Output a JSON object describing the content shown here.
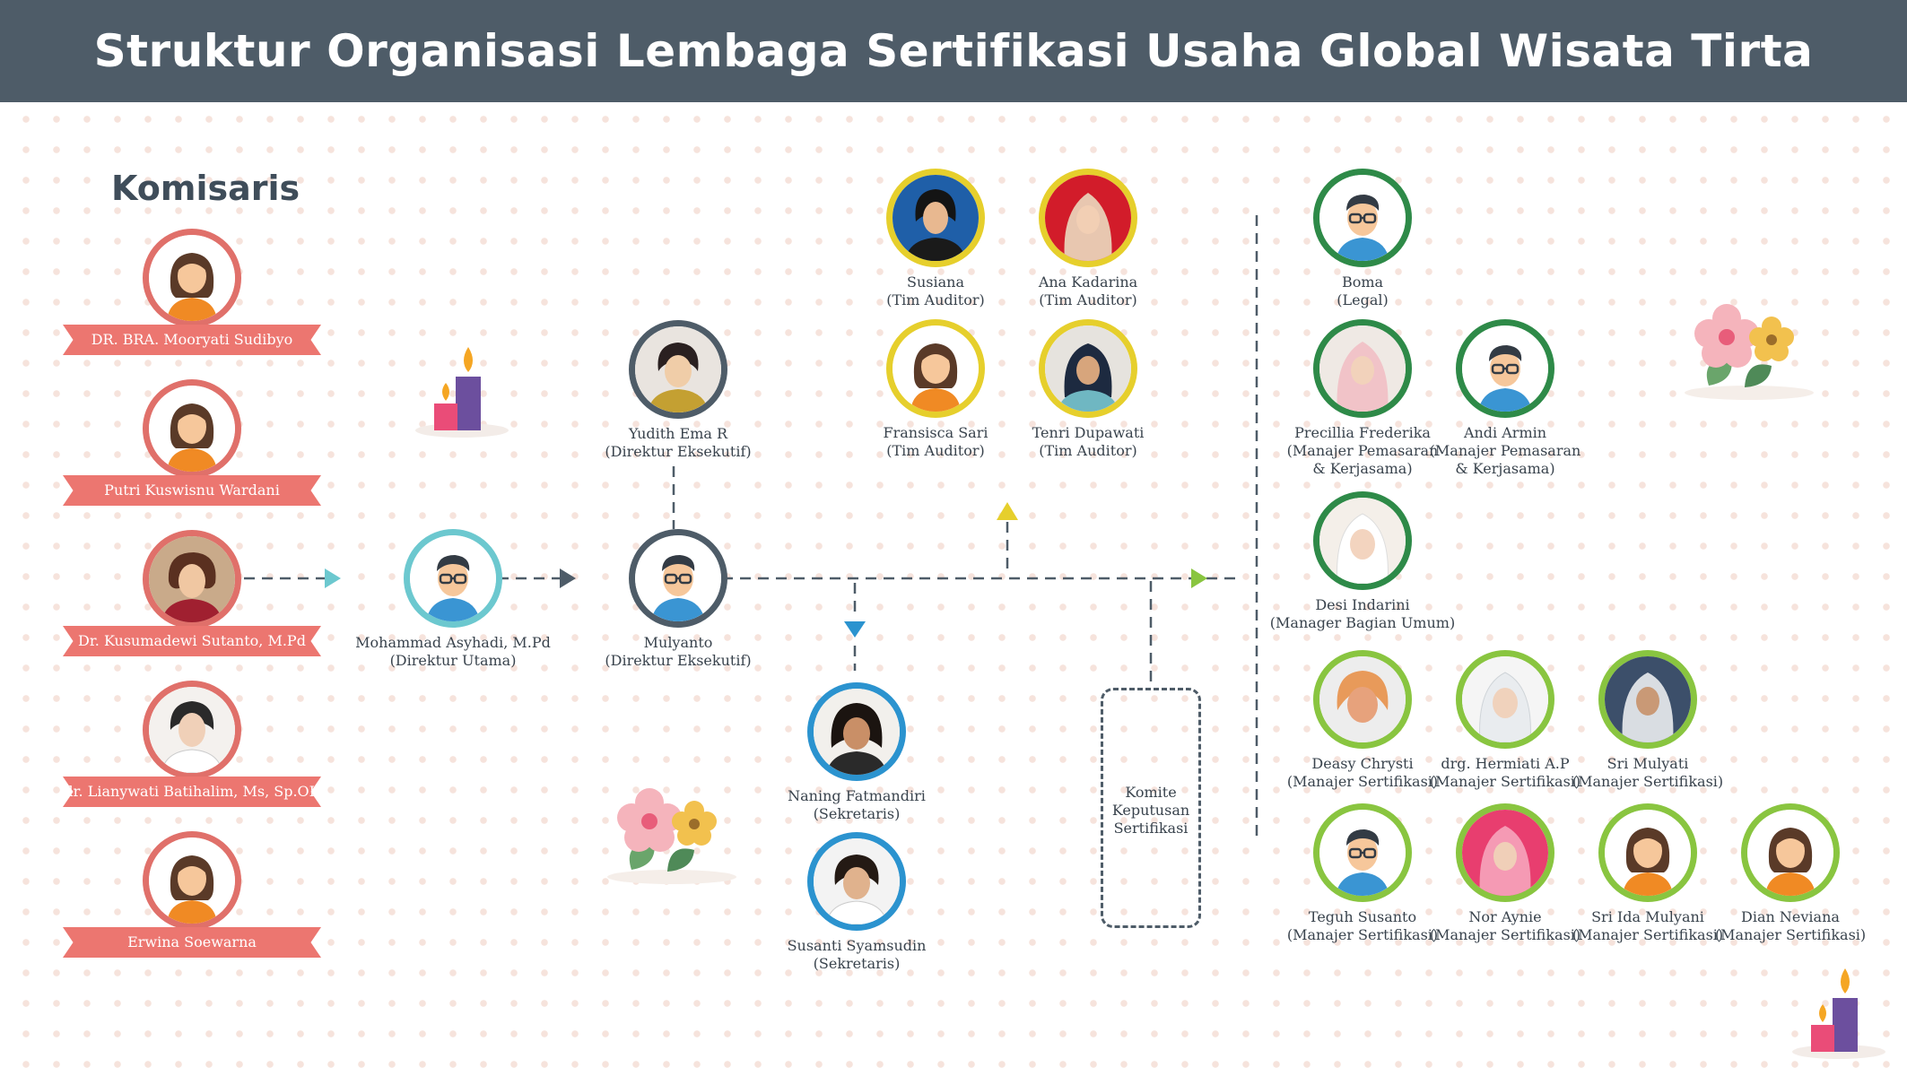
{
  "title": "Struktur Organisasi Lembaga Sertifikasi Usaha Global Wisata Tirta",
  "komisaris": {
    "heading": "Komisaris",
    "members": [
      {
        "name": "DR. BRA. Mooryati Sudibyo"
      },
      {
        "name": "Putri Kuswisnu Wardani"
      },
      {
        "name": "Dr. Kusumadewi Sutanto, M.Pd"
      },
      {
        "name": "dr. Lianywati Batihalim, Ms, Sp.OK"
      },
      {
        "name": "Erwina Soewarna"
      }
    ]
  },
  "direktur_utama": {
    "name": "Mohammad Asyhadi, M.Pd",
    "role": "(Direktur Utama)"
  },
  "direktur_eksekutif": [
    {
      "name": "Yudith Ema R",
      "role": "(Direktur Eksekutif)"
    },
    {
      "name": "Mulyanto",
      "role": "(Direktur Eksekutif)"
    }
  ],
  "tim_auditor": [
    {
      "name": "Susiana",
      "role": "(Tim Auditor)"
    },
    {
      "name": "Ana Kadarina",
      "role": "(Tim Auditor)"
    },
    {
      "name": "Fransisca Sari",
      "role": "(Tim Auditor)"
    },
    {
      "name": "Tenri Dupawati",
      "role": "(Tim Auditor)"
    }
  ],
  "sekretaris": [
    {
      "name": "Naning Fatmandiri",
      "role": "(Sekretaris)"
    },
    {
      "name": "Susanti Syamsudin",
      "role": "(Sekretaris)"
    }
  ],
  "komite": {
    "line1": "Komite",
    "line2": "Keputusan",
    "line3": "Sertifikasi"
  },
  "legal": {
    "name": "Boma",
    "role": "(Legal)"
  },
  "pemasaran": [
    {
      "name": "Precillia Frederika",
      "role1": "(Manajer Pemasaran",
      "role2": "& Kerjasama)"
    },
    {
      "name": "Andi Armin",
      "role1": "(Manajer Pemasaran",
      "role2": "& Kerjasama)"
    }
  ],
  "umum": {
    "name": "Desi Indarini",
    "role": "(Manager Bagian Umum)"
  },
  "sertifikasi": [
    {
      "name": "Deasy Chrysti",
      "role": "(Manajer Sertifikasi)"
    },
    {
      "name": "drg. Hermiati A.P",
      "role": "(Manajer Sertifikasi)"
    },
    {
      "name": "Sri Mulyati",
      "role": "(Manajer Sertifikasi)"
    },
    {
      "name": "Teguh Susanto",
      "role": "(Manajer Sertifikasi)"
    },
    {
      "name": "Nor Aynie",
      "role": "(Manajer Sertifikasi)"
    },
    {
      "name": "Sri Ida Mulyani",
      "role": "(Manajer Sertifikasi)"
    },
    {
      "name": "Dian Neviana",
      "role": "(Manajer Sertifikasi)"
    }
  ],
  "colors": {
    "header": "#4e5c68",
    "komisaris_ring": "#e0706a",
    "direktur_utama_ring": "#6cc8cf",
    "direktur_eksekutif_ring": "#4e5c68",
    "auditor_ring": "#e6cf2c",
    "sekretaris_ring": "#2b93cf",
    "legal_ring": "#2e8a48",
    "manajer_ring": "#89c540"
  }
}
